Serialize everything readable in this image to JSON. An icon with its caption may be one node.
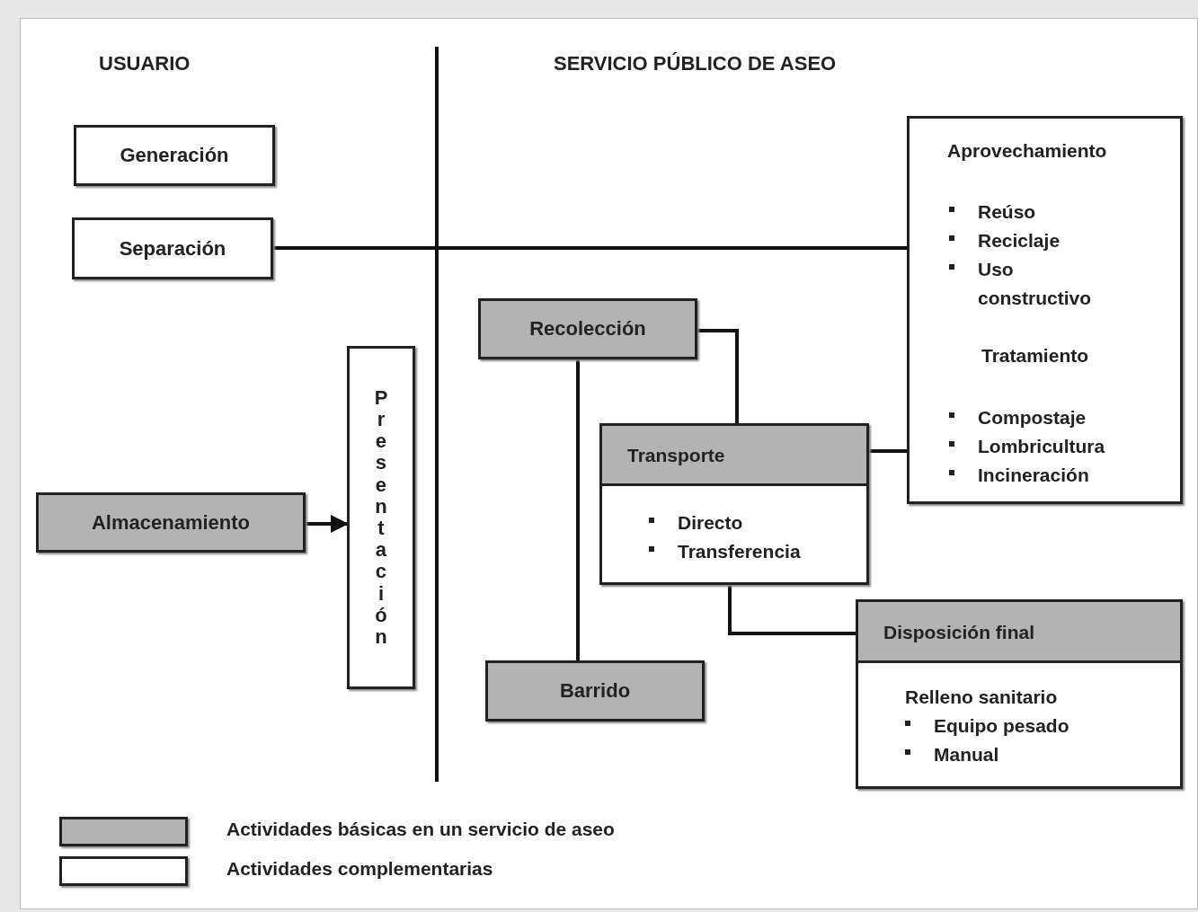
{
  "diagram": {
    "nodes": [
      {
        "text": [
          "Generación"
        ]
      },
      {
        "text": [
          "Separación"
        ]
      },
      {
        "text": [
          "Almacenamiento"
        ]
      },
      {
        "text": [
          "Presentación"
        ]
      },
      {
        "text": [
          "Recolección"
        ]
      },
      {
        "text": [
          "Transporte",
          "Directo",
          "Transferencia"
        ]
      },
      {
        "text": [
          "Aprovechamiento",
          "Reúso",
          "Reciclaje",
          "Uso constructivo",
          "Tratamiento",
          "Compostaje",
          "Lombricultura",
          "Incineración"
        ]
      },
      {
        "text": [
          "Barrido"
        ]
      },
      {
        "text": [
          "Disposición final",
          "Relleno sanitario",
          "Equipo pesado",
          "Manual"
        ]
      }
    ],
    "edges": [
      {
        "from": 1,
        "to": 6,
        "arrow": "none"
      },
      {
        "from": 2,
        "to": 3,
        "arrow": "to"
      },
      {
        "from": 4,
        "to": 5,
        "arrow": "none"
      },
      {
        "from": 4,
        "to": 7,
        "arrow": "none"
      },
      {
        "from": 5,
        "to": 6,
        "arrow": "none"
      },
      {
        "from": 5,
        "to": 8,
        "arrow": "none"
      }
    ],
    "labels": [
      "USUARIO",
      "SERVICIO PÚBLICO DE ASEO"
    ],
    "legend": [
      {
        "text": "Actividades básicas en un servicio de aseo",
        "color": "#b3b3b3"
      },
      {
        "text": "Actividades complementarias",
        "color": "#ffffff"
      }
    ]
  }
}
